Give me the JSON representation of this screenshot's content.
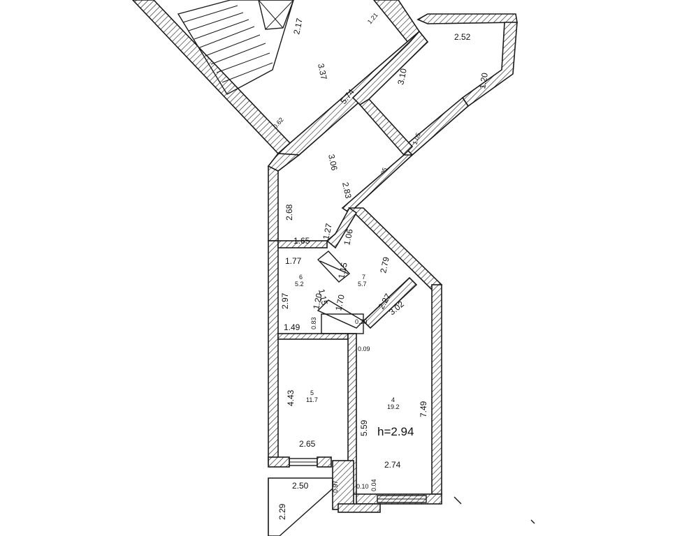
{
  "colors": {
    "ink": "#1a1a1a",
    "paper": "#ffffff"
  },
  "labels": {
    "stair_top": "2.17",
    "hall_width": "3.37",
    "hall_long": "5.74",
    "top_right_width": "2.52",
    "diag_310": "3.10",
    "right_120": "1.20",
    "diag_306": "3.06",
    "corridor_283": "2.83",
    "left_268": "2.68",
    "w165": "1.65",
    "w177": "1.77",
    "w127": "1.27",
    "w106": "1.06",
    "w279": "2.79",
    "w115a": "1.15",
    "w115b": "1.15",
    "w120": "1.20",
    "w170": "1.70",
    "w227": "2.27",
    "w302": "3.02",
    "h297": "2.97",
    "w149": "1.49",
    "w039": "0.39",
    "h443": "4.43",
    "h559": "5.59",
    "h749": "7.49",
    "w265": "2.65",
    "w274": "2.74",
    "w250": "2.50",
    "h229": "2.29",
    "h097": "0.97",
    "w105a": "1.05",
    "w105b": "1.05",
    "w010": "0.10",
    "w004": "0.04",
    "w009": "0.09",
    "w083": "0.83",
    "w062": "0.62",
    "w121": "1.21"
  },
  "rooms": [
    {
      "id": "6",
      "area": "5.2"
    },
    {
      "id": "7",
      "area": "5.7"
    },
    {
      "id": "5",
      "area": "11.7"
    },
    {
      "id": "4",
      "area": "19.2"
    }
  ],
  "ceiling_height": "h=2.94"
}
